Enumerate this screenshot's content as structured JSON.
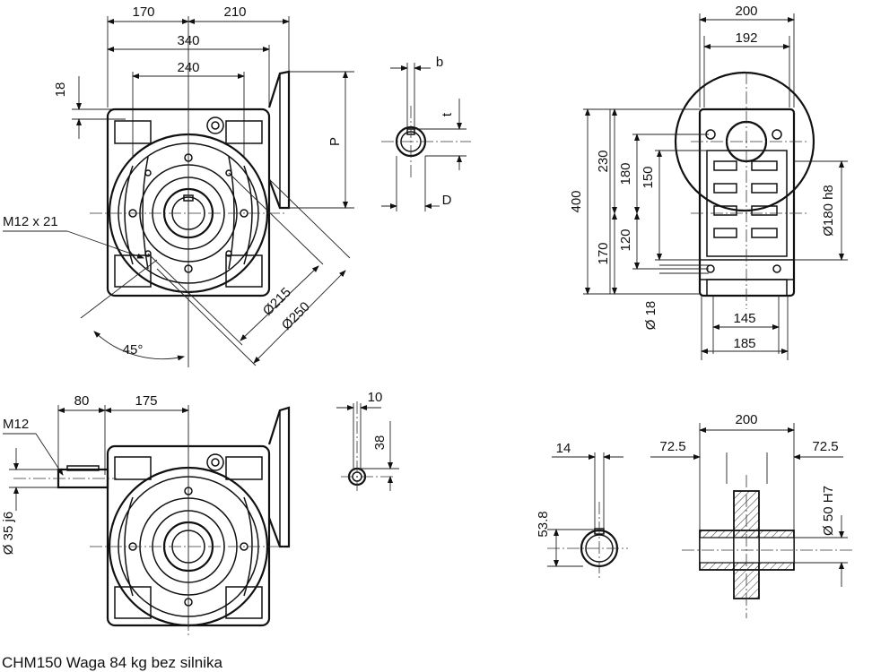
{
  "caption": "CHM150 Waga 84 kg bez silnika",
  "front_view": {
    "dims": {
      "d170": "170",
      "d210": "210",
      "d340": "340",
      "d240": "240",
      "d18": "18",
      "d_m12x21": "M12 x 21",
      "d_o215": "Ø215",
      "d_o250": "Ø250",
      "d_45": "45°"
    }
  },
  "flange_view": {
    "dims": {
      "b": "b",
      "t": "t",
      "p": "P",
      "d": "D"
    }
  },
  "side_view": {
    "dims": {
      "d200": "200",
      "d192": "192",
      "d400": "400",
      "d230": "230",
      "d180": "180",
      "d150": "150",
      "d120": "120",
      "d170": "170",
      "d_o180h8": "Ø180 h8",
      "d_o18": "Ø 18",
      "d145": "145",
      "d185": "185"
    }
  },
  "input_view": {
    "dims": {
      "d80": "80",
      "d175": "175",
      "m12": "M12",
      "d_o35j6": "Ø 35 j6"
    }
  },
  "key_view": {
    "dims": {
      "d10": "10",
      "d38": "38"
    }
  },
  "hollow_shaft_view": {
    "dims": {
      "d14": "14",
      "d53_8": "53.8"
    }
  },
  "output_section": {
    "dims": {
      "d200": "200",
      "d72_5_left": "72.5",
      "d72_5_right": "72.5",
      "d_o50h7": "Ø 50 H7"
    }
  }
}
